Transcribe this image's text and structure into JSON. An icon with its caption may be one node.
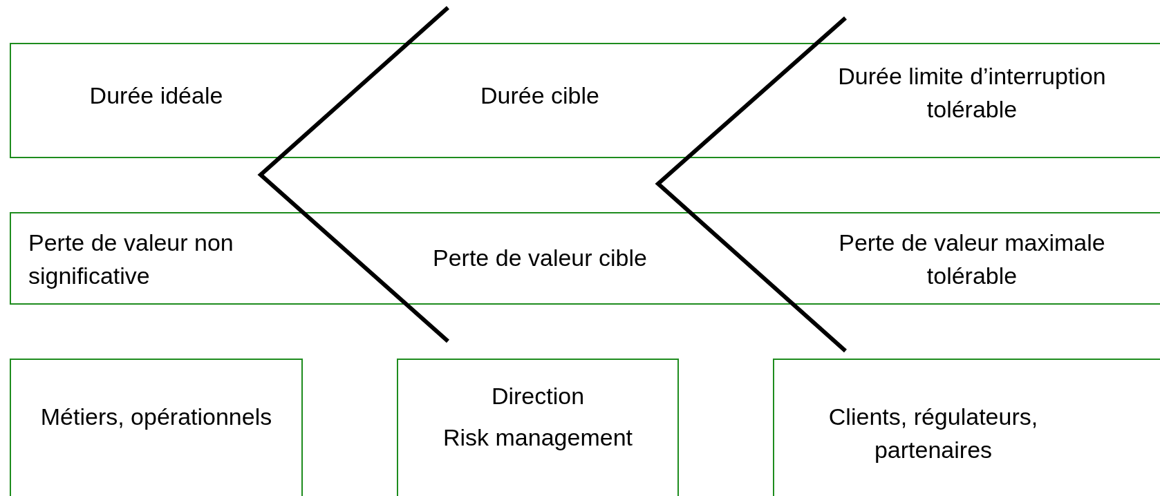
{
  "diagram": {
    "nodes": [
      {
        "text": [
          "Durée idéale",
          "Durée cible",
          "Durée limite d’interruption tolérable"
        ]
      },
      {
        "text": [
          "Perte de valeur non significative",
          "Perte de valeur cible",
          "Perte de valeur maximale tolérable"
        ]
      },
      {
        "text": [
          "Métiers, opérationnels"
        ]
      },
      {
        "text": [
          "Direction",
          "Risk management"
        ]
      },
      {
        "text": [
          "Clients, régulateurs, partenaires"
        ]
      }
    ]
  }
}
